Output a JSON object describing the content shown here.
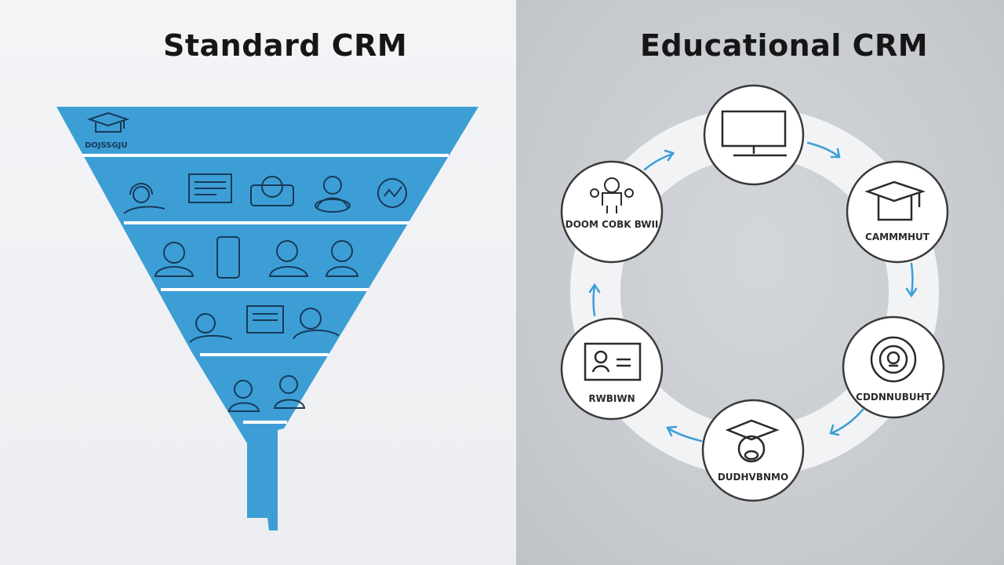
{
  "left": {
    "title": "Standard CRM",
    "funnel_top_label": "DOJSSGJU"
  },
  "right": {
    "title": "Educational CRM",
    "nodes": [
      {
        "label": "",
        "icon": "monitor-icon"
      },
      {
        "label": "CAMMMHUT",
        "icon": "graduation-cap-icon"
      },
      {
        "label": "CDDNNUBUHT",
        "icon": "target-icon"
      },
      {
        "label": "DUDHVBNMO",
        "icon": "graduate-student-icon"
      },
      {
        "label": "RWBIWN",
        "icon": "id-card-icon"
      },
      {
        "label": "DOOM COBK BWII",
        "icon": "group-icon"
      }
    ]
  },
  "colors": {
    "funnel_fill": "#3d9ed6",
    "funnel_line": "#ffffff",
    "ring": "#f1f3f5",
    "arrow": "#3d9ed6",
    "node_stroke": "#3a3a3a"
  }
}
